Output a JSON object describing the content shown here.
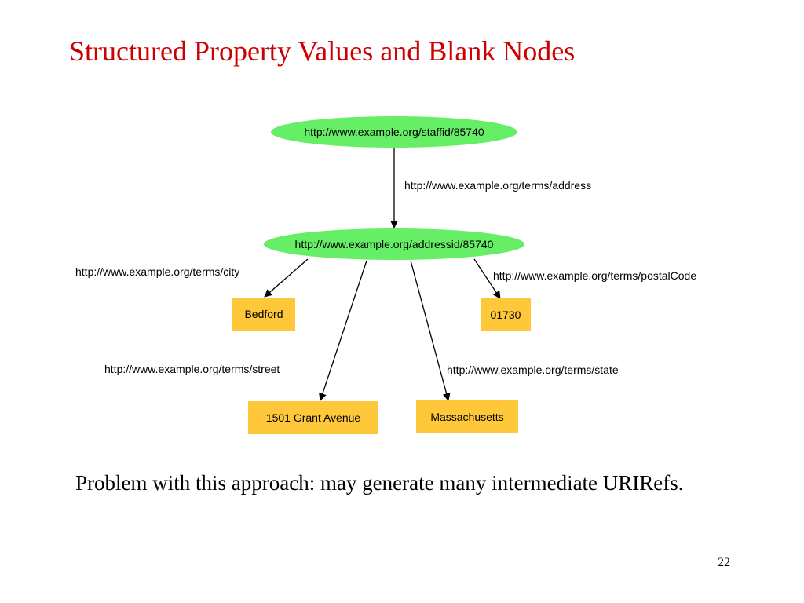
{
  "slide": {
    "title": "Structured Property Values and Blank Nodes",
    "body_text": "Problem with this approach: may generate many intermediate URIRefs.",
    "page_number": "22"
  },
  "colors": {
    "title": "#cc0000",
    "uri_node_fill": "#66ee66",
    "literal_node_fill": "#ffc83a",
    "edge": "#000000"
  },
  "diagram": {
    "nodes": {
      "staff": "http://www.example.org/staffid/85740",
      "address": "http://www.example.org/addressid/85740",
      "city": "Bedford",
      "postal": "01730",
      "street": "1501 Grant Avenue",
      "state": "Massachusetts"
    },
    "edges": {
      "address": "http://www.example.org/terms/address",
      "city": "http://www.example.org/terms/city",
      "postal": "http://www.example.org/terms/postalCode",
      "street": "http://www.example.org/terms/street",
      "state": "http://www.example.org/terms/state"
    }
  }
}
